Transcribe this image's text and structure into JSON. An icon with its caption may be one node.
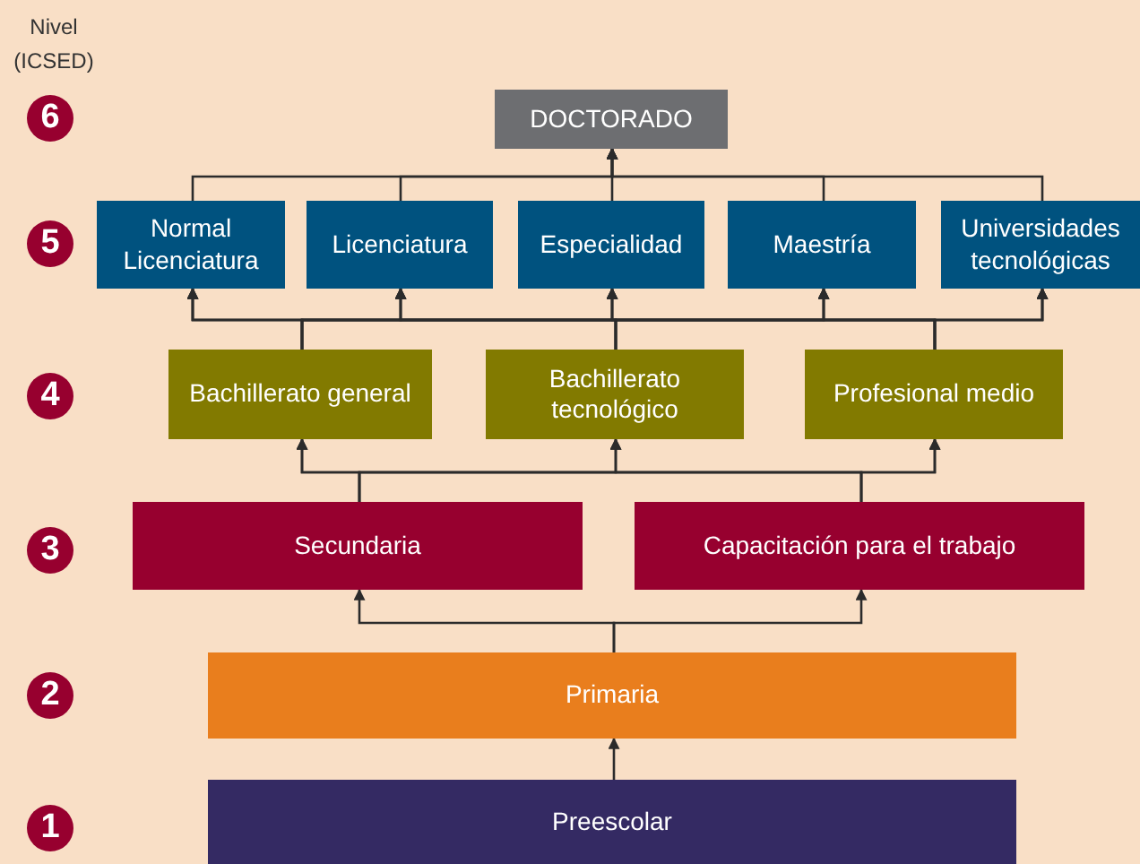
{
  "diagram": {
    "nodes": [
      {
        "text": [
          "6"
        ]
      },
      {
        "text": [
          "DOCTORADO"
        ]
      },
      {
        "text": [
          "5"
        ]
      },
      {
        "text": [
          "Normal Licenciatura"
        ]
      },
      {
        "text": [
          "Licenciatura"
        ]
      },
      {
        "text": [
          "Especialidad"
        ]
      },
      {
        "text": [
          "Maestría"
        ]
      },
      {
        "text": [
          "Universidades tecnológicas"
        ]
      },
      {
        "text": [
          "4"
        ]
      },
      {
        "text": [
          "Bachillerato general"
        ]
      },
      {
        "text": [
          "Bachillerato tecnológico"
        ]
      },
      {
        "text": [
          "Profesional medio"
        ]
      },
      {
        "text": [
          "3"
        ]
      },
      {
        "text": [
          "Secundaria"
        ]
      },
      {
        "text": [
          "Capacitación para el trabajo"
        ]
      },
      {
        "text": [
          "2"
        ]
      },
      {
        "text": [
          "Primaria"
        ]
      },
      {
        "text": [
          "1"
        ]
      },
      {
        "text": [
          "Preescolar"
        ]
      }
    ],
    "edges": [
      {
        "from": 3,
        "to": 1,
        "arrow": "to"
      },
      {
        "from": 4,
        "to": 1,
        "arrow": "to"
      },
      {
        "from": 5,
        "to": 1,
        "arrow": "to"
      },
      {
        "from": 6,
        "to": 1,
        "arrow": "to"
      },
      {
        "from": 7,
        "to": 1,
        "arrow": "to"
      },
      {
        "from": 9,
        "to": 3,
        "arrow": "to"
      },
      {
        "from": 9,
        "to": 4,
        "arrow": "to"
      },
      {
        "from": 9,
        "to": 5,
        "arrow": "to"
      },
      {
        "from": 9,
        "to": 6,
        "arrow": "to"
      },
      {
        "from": 9,
        "to": 7,
        "arrow": "to"
      },
      {
        "from": 10,
        "to": 3,
        "arrow": "to"
      },
      {
        "from": 10,
        "to": 4,
        "arrow": "to"
      },
      {
        "from": 10,
        "to": 5,
        "arrow": "to"
      },
      {
        "from": 10,
        "to": 6,
        "arrow": "to"
      },
      {
        "from": 10,
        "to": 7,
        "arrow": "to"
      },
      {
        "from": 11,
        "to": 3,
        "arrow": "to"
      },
      {
        "from": 11,
        "to": 4,
        "arrow": "to"
      },
      {
        "from": 11,
        "to": 5,
        "arrow": "to"
      },
      {
        "from": 11,
        "to": 6,
        "arrow": "to"
      },
      {
        "from": 11,
        "to": 7,
        "arrow": "to"
      },
      {
        "from": 13,
        "to": 9,
        "arrow": "to"
      },
      {
        "from": 13,
        "to": 10,
        "arrow": "to"
      },
      {
        "from": 13,
        "to": 11,
        "arrow": "to"
      },
      {
        "from": 14,
        "to": 9,
        "arrow": "to"
      },
      {
        "from": 14,
        "to": 10,
        "arrow": "to"
      },
      {
        "from": 14,
        "to": 11,
        "arrow": "to"
      },
      {
        "from": 16,
        "to": 13,
        "arrow": "to"
      },
      {
        "from": 16,
        "to": 14,
        "arrow": "to"
      },
      {
        "from": 18,
        "to": 16,
        "arrow": "to"
      }
    ],
    "labels": [
      "Nivel (ICSED)"
    ]
  }
}
